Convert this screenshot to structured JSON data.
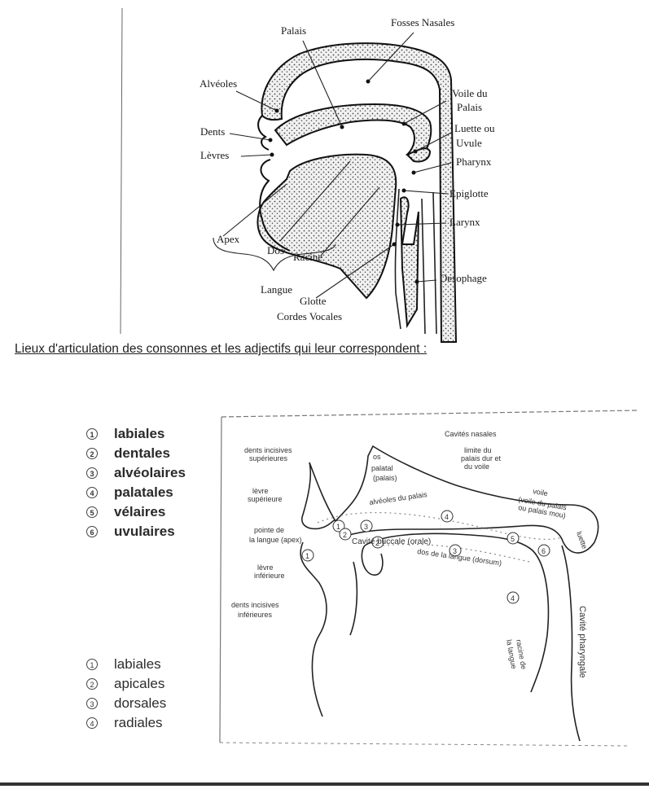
{
  "top_diagram": {
    "labels": {
      "palais": "Palais",
      "fosses_nasales": "Fosses Nasales",
      "alveoles": "Alvéoles",
      "voile_1": "Voile du",
      "voile_2": "Palais",
      "dents": "Dents",
      "luette_1": "Luette ou",
      "luette_2": "Uvule",
      "levres": "Lèvres",
      "pharynx": "Pharynx",
      "epiglotte": "Epiglotte",
      "larynx": "Larynx",
      "apex": "Apex",
      "dos": "Dos",
      "racine": "Racine",
      "langue": "Langue",
      "oesophage": "Oesophage",
      "glotte": "Glotte",
      "cordes": "Cordes Vocales"
    }
  },
  "heading": "Lieux d'articulation des consonnes et les adjectifs qui leur correspondent :",
  "list_places": [
    {
      "num": "1",
      "label": "labiales"
    },
    {
      "num": "2",
      "label": "dentales"
    },
    {
      "num": "3",
      "label": "alvéolaires"
    },
    {
      "num": "4",
      "label": "palatales"
    },
    {
      "num": "5",
      "label": "vélaires"
    },
    {
      "num": "6",
      "label": "uvulaires"
    }
  ],
  "list_organs": [
    {
      "num": "1",
      "label": "labiales"
    },
    {
      "num": "2",
      "label": "apicales"
    },
    {
      "num": "3",
      "label": "dorsales"
    },
    {
      "num": "4",
      "label": "radiales"
    }
  ],
  "bottom_diagram": {
    "labels": {
      "cavites_nasales": "Cavités nasales",
      "dents_sup_1": "dents incisives",
      "dents_sup_2": "supérieures",
      "palatal_1": "os",
      "palatal_2": "palatal",
      "palatal_3": "(palais)",
      "voile_1": "limite du",
      "voile_2": "palais dur et",
      "voile_3": "du voile",
      "levre_sup_1": "lèvre",
      "levre_sup_2": "supérieure",
      "alveoles_arc": "alvéoles du palais",
      "velum_1": "voile",
      "velum_2": "(voile du palais",
      "velum_3": "ou palais mou)",
      "luette": "luette",
      "pointe_1": "pointe de",
      "pointe_2": "la langue (apex)",
      "cavite_buccale": "Cavité buccale (orale)",
      "dos_langue": "dos de la langue (dorsum)",
      "levre_inf_1": "lèvre",
      "levre_inf_2": "inférieure",
      "dents_inf_1": "dents incisives",
      "dents_inf_2": "inférieures",
      "racine_1": "racine de",
      "racine_2": "la langue",
      "cavite_pharyngale": "Cavité pharyngale"
    },
    "markers": [
      "1",
      "2",
      "3",
      "4",
      "5",
      "6",
      "1",
      "2",
      "3",
      "4"
    ]
  }
}
